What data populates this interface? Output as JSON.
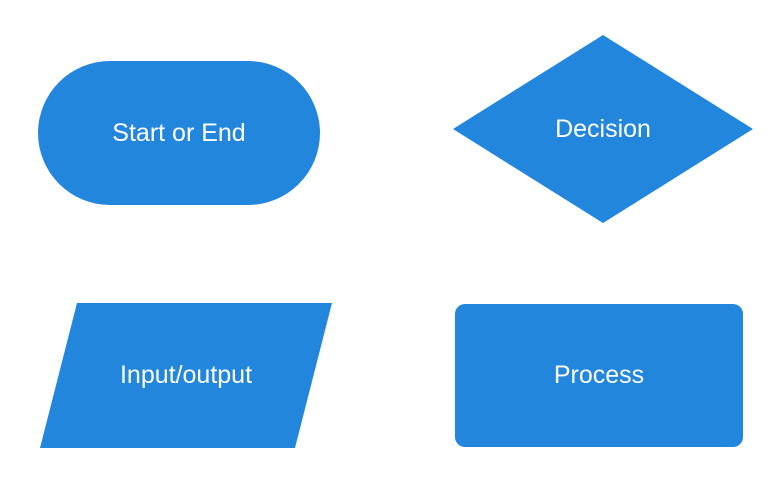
{
  "colors": {
    "shape_fill": "#2386DD",
    "label_text": "#FFFFFF",
    "background": "#FFFFFF"
  },
  "shapes": [
    {
      "type": "terminator",
      "label": "Start or End"
    },
    {
      "type": "decision",
      "label": "Decision"
    },
    {
      "type": "input-output",
      "label": "Input/output"
    },
    {
      "type": "process",
      "label": "Process"
    }
  ]
}
